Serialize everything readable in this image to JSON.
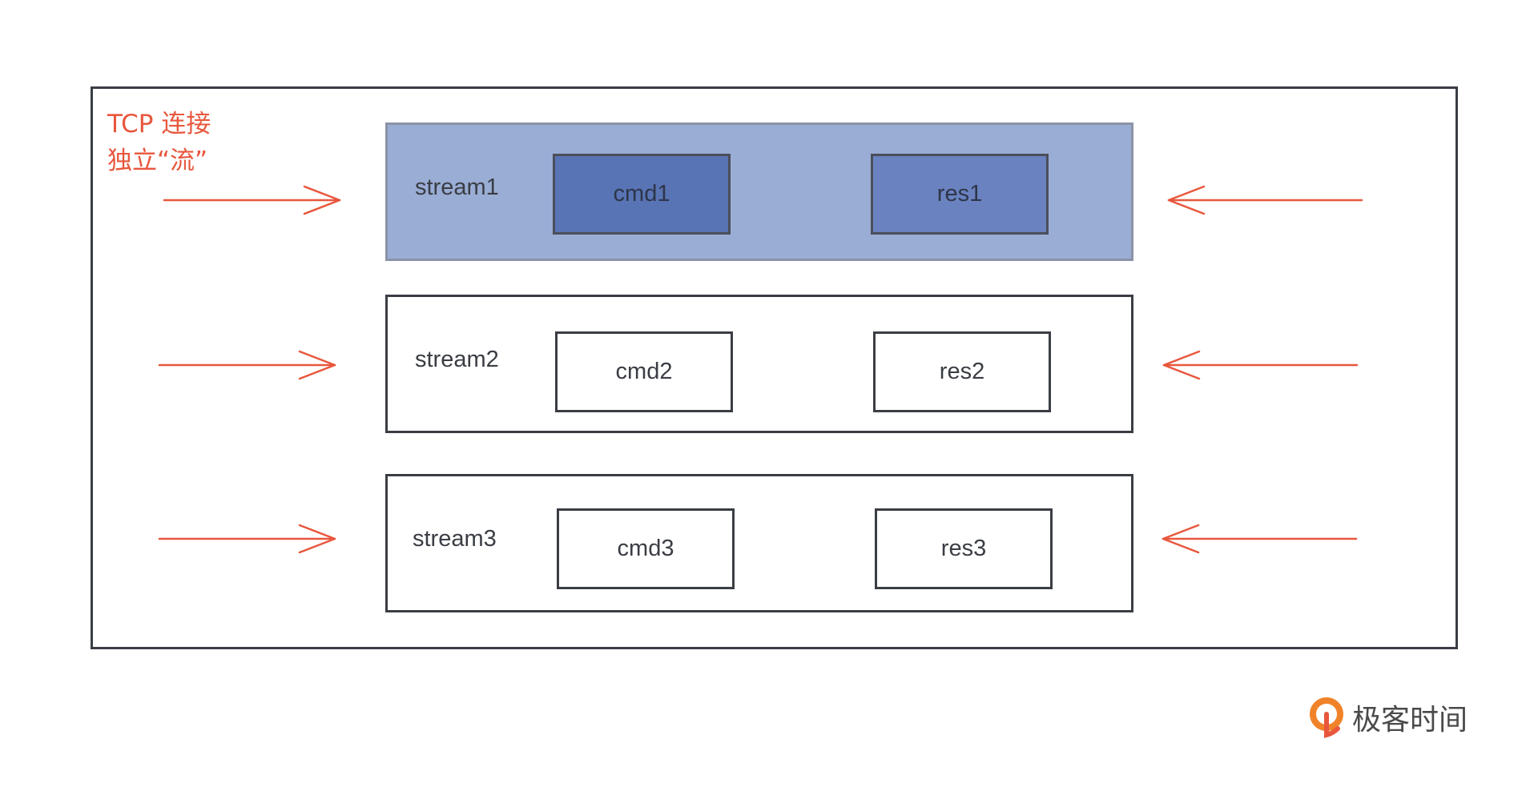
{
  "tcp_label": {
    "line1": "TCP 连接",
    "line2": "独立“流”"
  },
  "streams": [
    {
      "label": "stream1",
      "cmd": "cmd1",
      "res": "res1",
      "highlighted": true
    },
    {
      "label": "stream2",
      "cmd": "cmd2",
      "res": "res2",
      "highlighted": false
    },
    {
      "label": "stream3",
      "cmd": "cmd3",
      "res": "res3",
      "highlighted": false
    }
  ],
  "watermark": {
    "text": "极客时间"
  },
  "colors": {
    "accent": "#e8573d",
    "highlight_fill": "#9aadd5",
    "cmd1_fill": "#5874b5",
    "res1_fill": "#6a82c0",
    "border": "#3a3d44"
  }
}
